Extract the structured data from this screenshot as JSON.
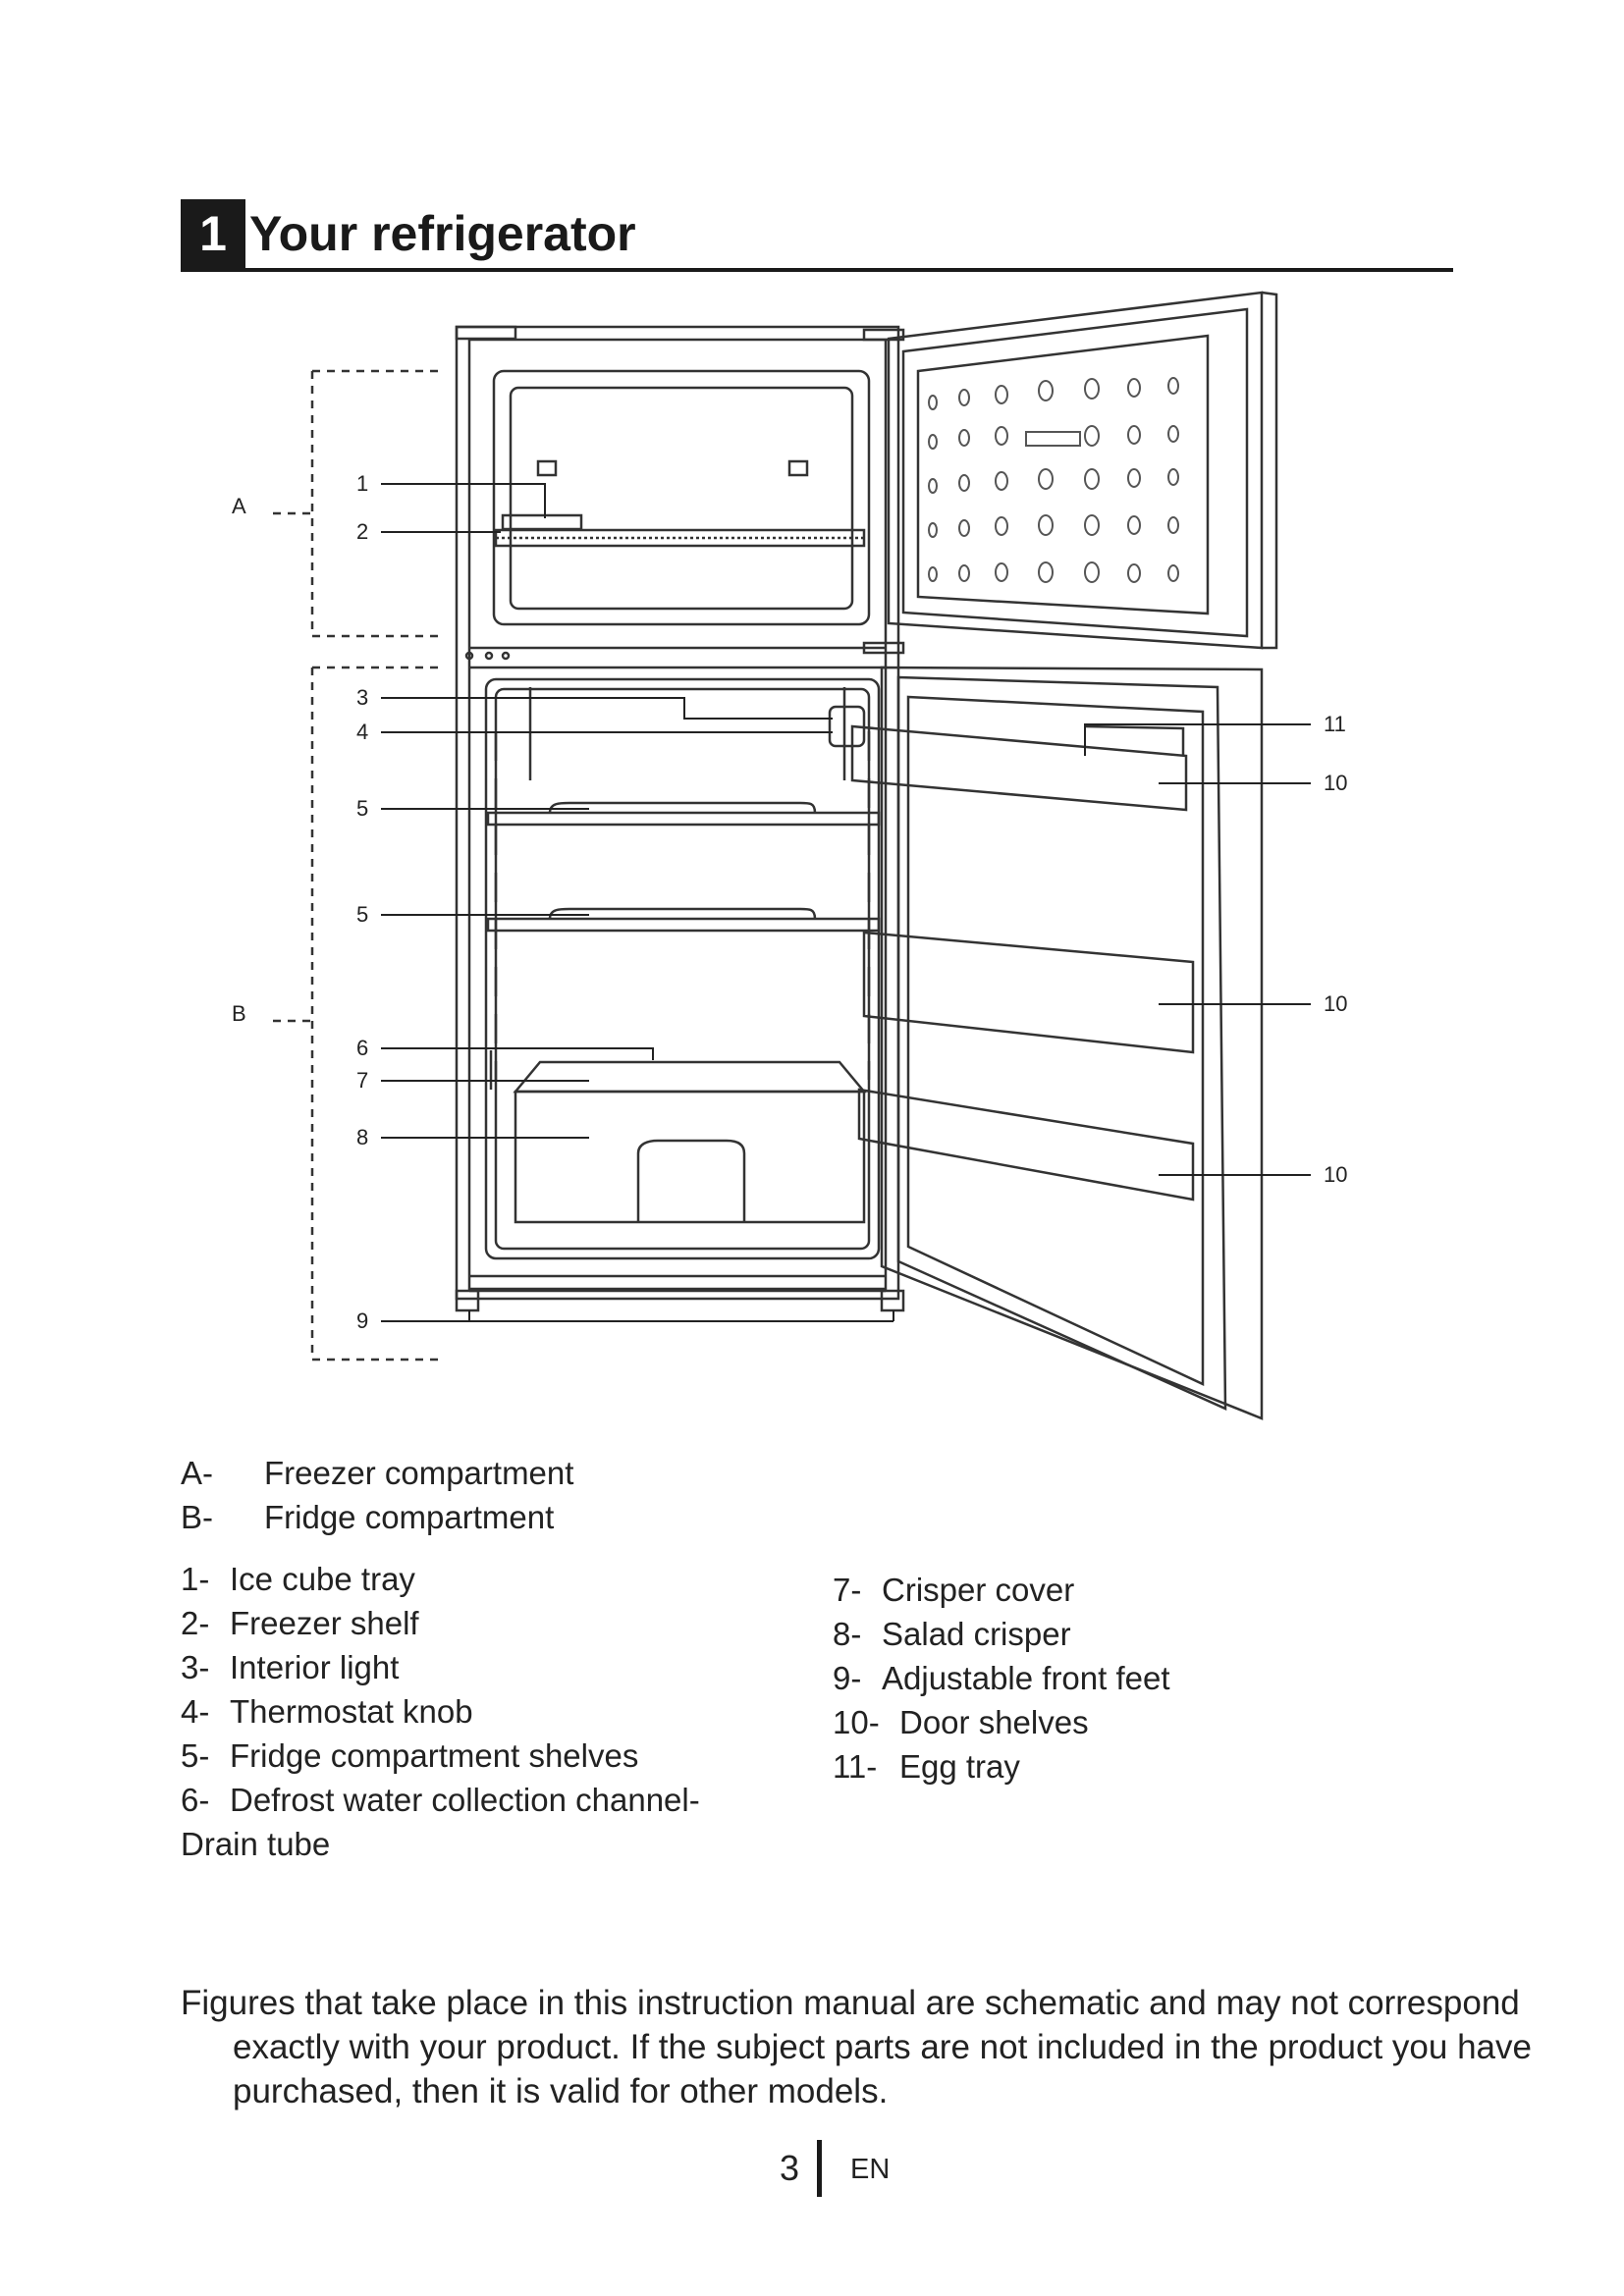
{
  "header": {
    "number": "1",
    "title": "Your refrigerator"
  },
  "diagram": {
    "labels": {
      "A": "A",
      "B": "B",
      "n1": "1",
      "n2": "2",
      "n3": "3",
      "n4": "4",
      "n5a": "5",
      "n5b": "5",
      "n6": "6",
      "n7": "7",
      "n8": "8",
      "n9": "9",
      "n10a": "10",
      "n10b": "10",
      "n10c": "10",
      "n11": "11"
    }
  },
  "compartments": [
    {
      "key": "A-",
      "label": "Freezer compartment"
    },
    {
      "key": "B-",
      "label": "Fridge compartment"
    }
  ],
  "parts_left": [
    {
      "key": "1-",
      "label": "Ice cube tray"
    },
    {
      "key": "2-",
      "label": "Freezer shelf"
    },
    {
      "key": "3-",
      "label": "Interior light"
    },
    {
      "key": "4-",
      "label": "Thermostat knob"
    },
    {
      "key": "5-",
      "label": "Fridge compartment shelves"
    },
    {
      "key": "6-",
      "label": "Defrost water collection channel-"
    },
    {
      "key": "",
      "label": "Drain tube"
    }
  ],
  "parts_right": [
    {
      "key": "7-",
      "label": "Crisper cover"
    },
    {
      "key": "8-",
      "label": "Salad crisper"
    },
    {
      "key": "9-",
      "label": "Adjustable front feet"
    },
    {
      "key": "10-",
      "label": "Door shelves"
    },
    {
      "key": "11-",
      "label": "Egg tray"
    }
  ],
  "disclaimer": "Figures that take place in this instruction manual are schematic and may not correspond exactly with your product. If the subject parts are not included in the product you have purchased, then it is valid for other models.",
  "footer": {
    "page": "3",
    "lang": "EN"
  }
}
